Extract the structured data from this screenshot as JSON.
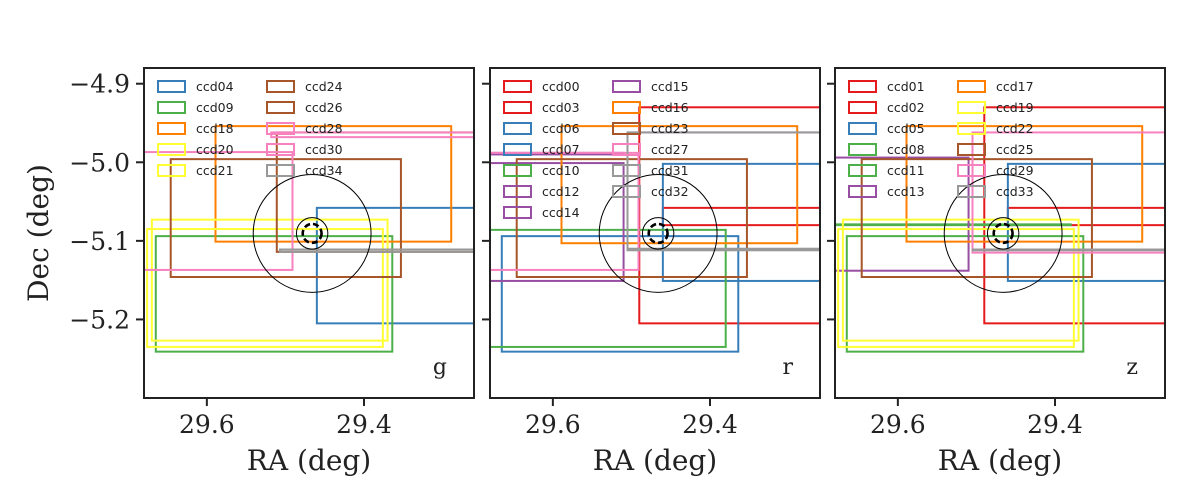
{
  "chart_data": [
    {
      "type": "footprint",
      "band": "g",
      "xlabel": "RA (deg)",
      "ylabel": "Dec (deg)",
      "xlim": [
        29.68,
        29.26
      ],
      "ylim": [
        -5.3,
        -4.88
      ],
      "xticks": [
        29.6,
        29.4
      ],
      "xtick_labels": [
        "29.6",
        "29.4"
      ],
      "yticks": [
        -4.9,
        -5.0,
        -5.1,
        -5.2
      ],
      "ytick_labels": [
        "−4.9",
        "−5.0",
        "−5.1",
        "−5.2"
      ],
      "legend_ncol": 2,
      "legend_loc": "upper-left",
      "circles": [
        {
          "ra": 29.466,
          "dec": -5.0905,
          "r": 0.075
        },
        {
          "ra": 29.466,
          "dec": -5.0905,
          "r": 0.02
        },
        {
          "ra": 29.466,
          "dec": -5.0905,
          "r": 0.012,
          "bold": true,
          "dashed": true
        }
      ],
      "ccds": [
        {
          "name": "ccd04",
          "color": "#377eb8",
          "ra": [
            29.46,
            29.25
          ],
          "dec": [
            -5.205,
            -5.058
          ]
        },
        {
          "name": "ccd09",
          "color": "#4daf4a",
          "ra": [
            29.665,
            29.364
          ],
          "dec": [
            -5.241,
            -5.094
          ]
        },
        {
          "name": "ccd18",
          "color": "#ff7f00",
          "ra": [
            29.589,
            29.289
          ],
          "dec": [
            -5.101,
            -4.954
          ]
        },
        {
          "name": "ccd20",
          "color": "#ffff33",
          "ra": [
            29.676,
            29.376
          ],
          "dec": [
            -5.235,
            -5.085
          ]
        },
        {
          "name": "ccd21",
          "color": "#ffff33",
          "ra": [
            29.67,
            29.37
          ],
          "dec": [
            -5.227,
            -5.073
          ]
        },
        {
          "name": "ccd24",
          "color": "#a65628",
          "ra": [
            29.646,
            29.353
          ],
          "dec": [
            -5.146,
            -4.996
          ]
        },
        {
          "name": "ccd26",
          "color": "#a65628",
          "ra": [
            29.511,
            29.25
          ],
          "dec": [
            -5.114,
            -4.962
          ]
        },
        {
          "name": "ccd28",
          "color": "#f781bf",
          "ra": [
            29.518,
            29.25
          ],
          "dec": [
            -4.968,
            -4.962
          ]
        },
        {
          "name": "ccd30",
          "color": "#f781bf",
          "ra": [
            29.69,
            29.491
          ],
          "dec": [
            -5.137,
            -4.987
          ]
        },
        {
          "name": "ccd34",
          "color": "#999999",
          "ra": [
            29.507,
            29.25
          ],
          "dec": [
            -5.114,
            -5.111
          ]
        }
      ]
    },
    {
      "type": "footprint",
      "band": "r",
      "xlabel": "RA (deg)",
      "ylabel": "",
      "xlim": [
        29.68,
        29.26
      ],
      "ylim": [
        -5.3,
        -4.88
      ],
      "xticks": [
        29.6,
        29.4
      ],
      "xtick_labels": [
        "29.6",
        "29.4"
      ],
      "yticks": [
        -4.9,
        -5.0,
        -5.1,
        -5.2
      ],
      "ytick_labels": [],
      "legend_ncol": 2,
      "legend_loc": "upper-left",
      "circles": [
        {
          "ra": 29.466,
          "dec": -5.0905,
          "r": 0.075
        },
        {
          "ra": 29.466,
          "dec": -5.0905,
          "r": 0.02
        },
        {
          "ra": 29.466,
          "dec": -5.0905,
          "r": 0.012,
          "bold": true,
          "dashed": true
        }
      ],
      "ccds": [
        {
          "name": "ccd00",
          "color": "#e41a1c",
          "ra": [
            29.49,
            29.25
          ],
          "dec": [
            -5.205,
            -4.93
          ]
        },
        {
          "name": "ccd03",
          "color": "#e41a1c",
          "ra": [
            29.46,
            29.25
          ],
          "dec": [
            -5.08,
            -5.058
          ]
        },
        {
          "name": "ccd06",
          "color": "#377eb8",
          "ra": [
            29.46,
            29.25
          ],
          "dec": [
            -5.151,
            -5.002
          ]
        },
        {
          "name": "ccd07",
          "color": "#377eb8",
          "ra": [
            29.665,
            29.364
          ],
          "dec": [
            -5.241,
            -5.094
          ]
        },
        {
          "name": "ccd10",
          "color": "#4daf4a",
          "ra": [
            29.69,
            29.38
          ],
          "dec": [
            -5.235,
            -5.086
          ]
        },
        {
          "name": "ccd12",
          "color": "#984ea3",
          "ra": [
            29.69,
            29.51
          ],
          "dec": [
            -5.151,
            -5.001
          ]
        },
        {
          "name": "ccd14",
          "color": "#984ea3",
          "ra": [
            29.69,
            29.51
          ],
          "dec": [
            -4.99,
            -4.988
          ]
        },
        {
          "name": "ccd15",
          "color": "#984ea3",
          "ra": [
            29.505,
            29.25
          ],
          "dec": [
            -5.111,
            -4.962
          ]
        },
        {
          "name": "ccd16",
          "color": "#ff7f00",
          "ra": [
            29.589,
            29.289
          ],
          "dec": [
            -5.103,
            -4.954
          ]
        },
        {
          "name": "ccd23",
          "color": "#a65628",
          "ra": [
            29.646,
            29.353
          ],
          "dec": [
            -5.146,
            -4.996
          ]
        },
        {
          "name": "ccd27",
          "color": "#f781bf",
          "ra": [
            29.69,
            29.491
          ],
          "dec": [
            -5.137,
            -4.988
          ]
        },
        {
          "name": "ccd31",
          "color": "#999999",
          "ra": [
            29.505,
            29.25
          ],
          "dec": [
            -5.11,
            -4.962
          ]
        },
        {
          "name": "ccd32",
          "color": "#999999",
          "ra": [
            29.505,
            29.25
          ],
          "dec": [
            -5.112,
            -5.111
          ]
        }
      ]
    },
    {
      "type": "footprint",
      "band": "z",
      "xlabel": "RA (deg)",
      "ylabel": "",
      "xlim": [
        29.68,
        29.26
      ],
      "ylim": [
        -5.3,
        -4.88
      ],
      "xticks": [
        29.6,
        29.4
      ],
      "xtick_labels": [
        "29.6",
        "29.4"
      ],
      "yticks": [
        -4.9,
        -5.0,
        -5.1,
        -5.2
      ],
      "ytick_labels": [],
      "legend_ncol": 2,
      "legend_loc": "upper-left",
      "circles": [
        {
          "ra": 29.466,
          "dec": -5.0905,
          "r": 0.075
        },
        {
          "ra": 29.466,
          "dec": -5.0905,
          "r": 0.02
        },
        {
          "ra": 29.466,
          "dec": -5.0905,
          "r": 0.012,
          "bold": true,
          "dashed": true
        }
      ],
      "ccds": [
        {
          "name": "ccd01",
          "color": "#e41a1c",
          "ra": [
            29.49,
            29.25
          ],
          "dec": [
            -5.205,
            -4.93
          ]
        },
        {
          "name": "ccd02",
          "color": "#e41a1c",
          "ra": [
            29.46,
            29.25
          ],
          "dec": [
            -5.08,
            -5.058
          ]
        },
        {
          "name": "ccd05",
          "color": "#377eb8",
          "ra": [
            29.46,
            29.25
          ],
          "dec": [
            -5.151,
            -5.002
          ]
        },
        {
          "name": "ccd08",
          "color": "#4daf4a",
          "ra": [
            29.665,
            29.364
          ],
          "dec": [
            -5.241,
            -5.094
          ]
        },
        {
          "name": "ccd11",
          "color": "#4daf4a",
          "ra": [
            29.69,
            29.38
          ],
          "dec": [
            -5.08,
            -5.079
          ]
        },
        {
          "name": "ccd13",
          "color": "#984ea3",
          "ra": [
            29.69,
            29.51
          ],
          "dec": [
            -5.138,
            -4.994
          ]
        },
        {
          "name": "ccd17",
          "color": "#ff7f00",
          "ra": [
            29.589,
            29.289
          ],
          "dec": [
            -5.101,
            -4.954
          ]
        },
        {
          "name": "ccd19",
          "color": "#ffff33",
          "ra": [
            29.676,
            29.376
          ],
          "dec": [
            -5.235,
            -5.085
          ]
        },
        {
          "name": "ccd22",
          "color": "#ffff33",
          "ra": [
            29.67,
            29.37
          ],
          "dec": [
            -5.227,
            -5.073
          ]
        },
        {
          "name": "ccd25",
          "color": "#a65628",
          "ra": [
            29.646,
            29.353
          ],
          "dec": [
            -5.146,
            -4.996
          ]
        },
        {
          "name": "ccd29",
          "color": "#f781bf",
          "ra": [
            29.505,
            29.25
          ],
          "dec": [
            -5.115,
            -4.962
          ]
        },
        {
          "name": "ccd33",
          "color": "#999999",
          "ra": [
            29.505,
            29.25
          ],
          "dec": [
            -5.112,
            -5.111
          ]
        }
      ]
    }
  ]
}
